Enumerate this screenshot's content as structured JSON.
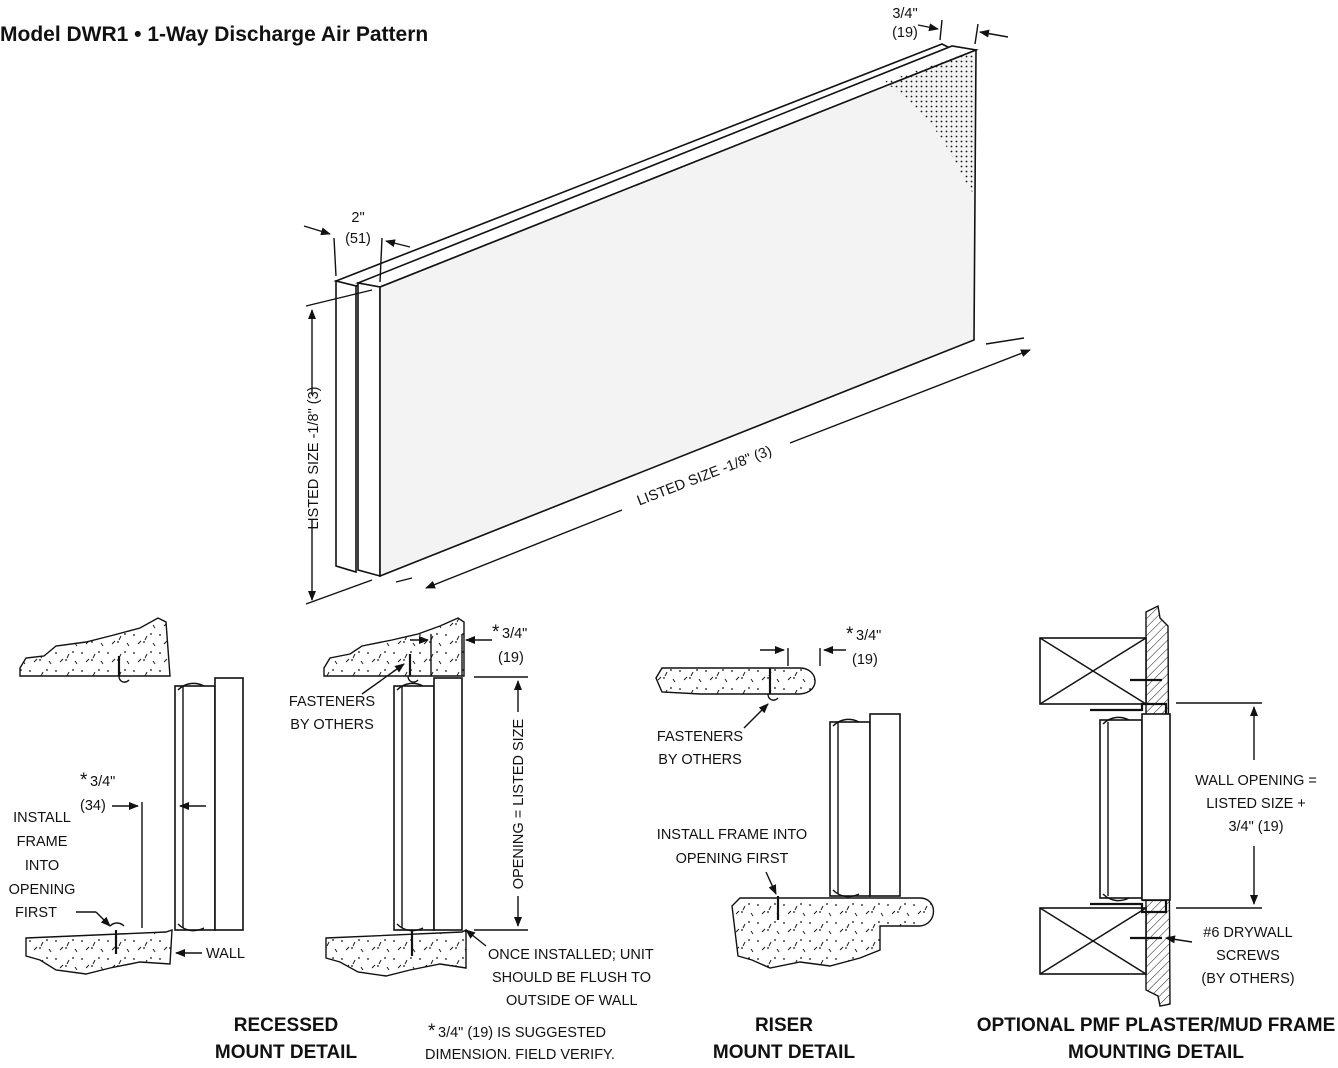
{
  "title": "Model DWR1 • 1-Way Discharge Air Pattern",
  "isometric": {
    "top_dim_in": "3/4\"",
    "top_dim_mm": "(19)",
    "depth_dim_in": "2\"",
    "depth_dim_mm": "(51)",
    "height_label": "LISTED SIZE -1/8\" (3)",
    "length_label": "LISTED SIZE -1/8\" (3)"
  },
  "recessed": {
    "left_dim_star": "*",
    "left_dim_in": "3/4\"",
    "left_dim_mm": "(34)",
    "install_note": [
      "INSTALL",
      "FRAME",
      "INTO",
      "OPENING",
      "FIRST"
    ],
    "wall_label": "WALL",
    "fasteners_note": [
      "FASTENERS",
      "BY OTHERS"
    ],
    "right_dim_star": "*",
    "right_dim_in": "3/4\"",
    "right_dim_mm": "(19)",
    "opening_label": "OPENING = LISTED SIZE",
    "flush_note": [
      "ONCE INSTALLED; UNIT",
      "SHOULD BE FLUSH TO",
      "OUTSIDE OF WALL"
    ],
    "caption": [
      "RECESSED",
      "MOUNT DETAIL"
    ],
    "footnote_star": "*",
    "footnote": [
      "3/4\" (19) IS SUGGESTED",
      "DIMENSION. FIELD VERIFY."
    ]
  },
  "riser": {
    "dim_star": "*",
    "dim_in": "3/4\"",
    "dim_mm": "(19)",
    "fasteners_note": [
      "FASTENERS",
      "BY OTHERS"
    ],
    "install_note": [
      "INSTALL FRAME INTO",
      "OPENING FIRST"
    ],
    "caption": [
      "RISER",
      "MOUNT DETAIL"
    ]
  },
  "pmf": {
    "wall_opening_note": [
      "WALL OPENING =",
      "LISTED SIZE +",
      "3/4\" (19)"
    ],
    "screws_note": [
      "#6 DRYWALL",
      "SCREWS",
      "(BY OTHERS)"
    ],
    "caption": [
      "OPTIONAL PMF PLASTER/MUD FRAME",
      "MOUNTING DETAIL"
    ]
  }
}
